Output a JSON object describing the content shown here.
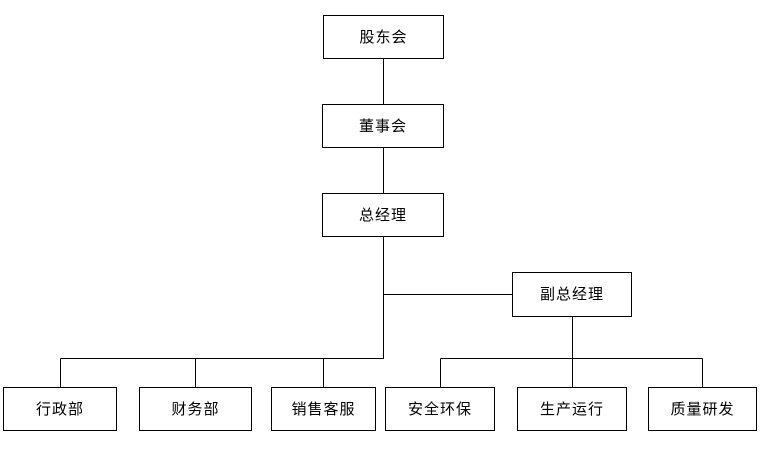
{
  "diagram": {
    "type": "org-chart",
    "nodes": [
      {
        "id": "shareholders-meeting",
        "label": "股东会"
      },
      {
        "id": "board-of-directors",
        "label": "董事会"
      },
      {
        "id": "general-manager",
        "label": "总经理"
      },
      {
        "id": "deputy-general-manager",
        "label": "副总经理"
      },
      {
        "id": "administration-dept",
        "label": "行政部"
      },
      {
        "id": "finance-dept",
        "label": "财务部"
      },
      {
        "id": "sales-customer-service",
        "label": "销售客服"
      },
      {
        "id": "safety-environment",
        "label": "安全环保"
      },
      {
        "id": "production-operation",
        "label": "生产运行"
      },
      {
        "id": "quality-rd",
        "label": "质量研发"
      }
    ],
    "edges": [
      {
        "from": "股东会",
        "to": "董事会"
      },
      {
        "from": "董事会",
        "to": "总经理"
      },
      {
        "from": "总经理",
        "to": "副总经理"
      },
      {
        "from": "总经理",
        "to": "行政部"
      },
      {
        "from": "总经理",
        "to": "财务部"
      },
      {
        "from": "总经理",
        "to": "销售客服"
      },
      {
        "from": "副总经理",
        "to": "安全环保"
      },
      {
        "from": "副总经理",
        "to": "生产运行"
      },
      {
        "from": "副总经理",
        "to": "质量研发"
      }
    ],
    "colors": {
      "background": "#ffffff",
      "box_border": "#000000",
      "connector": "#000000",
      "text": "#000000"
    }
  }
}
